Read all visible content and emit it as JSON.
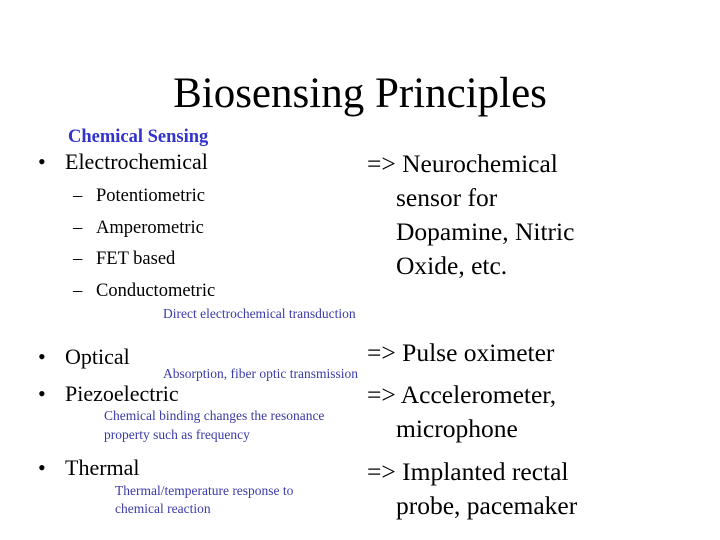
{
  "slide": {
    "title": "Biosensing Principles",
    "section_heading": "Chemical Sensing",
    "bullet_symbol": "•",
    "dash_symbol": "–",
    "colors": {
      "text": "#000000",
      "accent_blue": "#3333cc",
      "note_blue": "#3a3aa8",
      "background": "#ffffff"
    },
    "principles": [
      {
        "label": "Electrochemical",
        "sub_items": [
          "Potentiometric",
          "Amperometric",
          "FET based",
          "Conductometric"
        ],
        "note": "Direct electrochemical transduction"
      },
      {
        "label": "Optical",
        "note": "Absorption, fiber optic transmission"
      },
      {
        "label": "Piezoelectric",
        "note_lines": [
          "Chemical binding changes the resonance",
          "property such as frequency"
        ]
      },
      {
        "label": "Thermal",
        "note_lines": [
          "Thermal/temperature response to",
          "chemical reaction"
        ]
      }
    ],
    "applications": [
      {
        "lines": [
          "=> Neurochemical",
          "sensor for",
          "Dopamine, Nitric",
          "Oxide, etc."
        ]
      },
      {
        "lines": [
          "=> Pulse oximeter"
        ]
      },
      {
        "lines": [
          "=> Accelerometer,",
          "microphone"
        ]
      },
      {
        "lines": [
          "=> Implanted rectal",
          "probe, pacemaker"
        ]
      }
    ]
  }
}
